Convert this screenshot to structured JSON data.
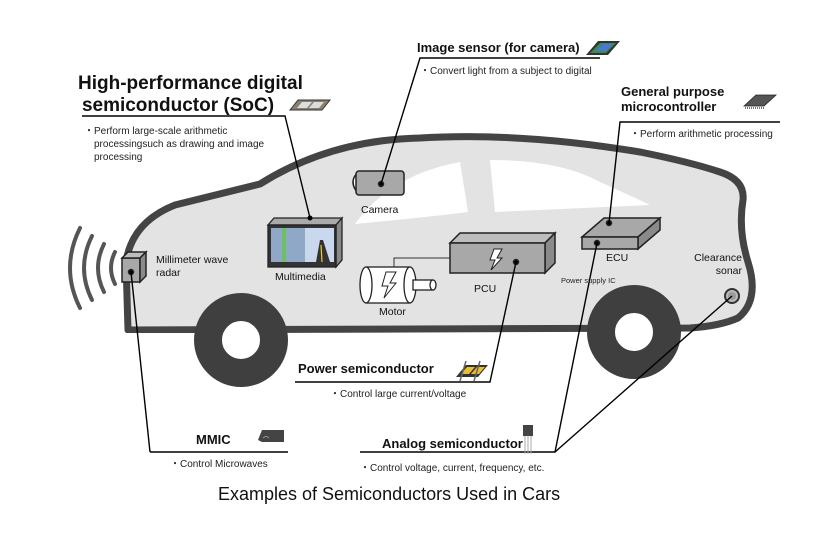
{
  "caption": "Examples of Semiconductors Used in Cars",
  "semiconductors": {
    "soc": {
      "title_line1": "High-performance digital",
      "title_line2": "semiconductor (SoC)",
      "desc_line1": "・Perform large-scale arithmetic",
      "desc_line2": "processingsuch as  drawing and image",
      "desc_line3": "processing",
      "icon": "soc-chip-icon"
    },
    "image_sensor": {
      "title": "Image sensor (for camera)",
      "desc": "・Convert light from a subject to digital",
      "icon": "image-sensor-icon"
    },
    "microcontroller": {
      "title_line1": "General purpose",
      "title_line2": "microcontroller",
      "desc": "・Perform arithmetic processing",
      "icon": "microcontroller-chip-icon"
    },
    "power": {
      "title": "Power semiconductor",
      "desc": "・Control large current/voltage",
      "icon": "power-chip-icon"
    },
    "mmic": {
      "title": "MMIC",
      "desc": "・Control Microwaves",
      "icon": "mmic-chip-icon"
    },
    "analog": {
      "title": "Analog semiconductor",
      "desc": "・Control voltage, current, frequency, etc.",
      "icon": "transistor-icon"
    }
  },
  "components": {
    "radar_line1": "Millimeter wave",
    "radar_line2": "radar",
    "multimedia": "Multimedia",
    "camera": "Camera",
    "motor": "Motor",
    "pcu": "PCU",
    "ecu": "ECU",
    "power_supply_ic": "Power supply IC",
    "sonar_line1": "Clearance",
    "sonar_line2": "sonar"
  },
  "colors": {
    "car_body": "#e3e3e3",
    "car_outline": "#444444",
    "tire": "#3f3f3f",
    "window": "#ffffff",
    "component_fill": "#a8a8a8",
    "leader_line": "#000000"
  }
}
